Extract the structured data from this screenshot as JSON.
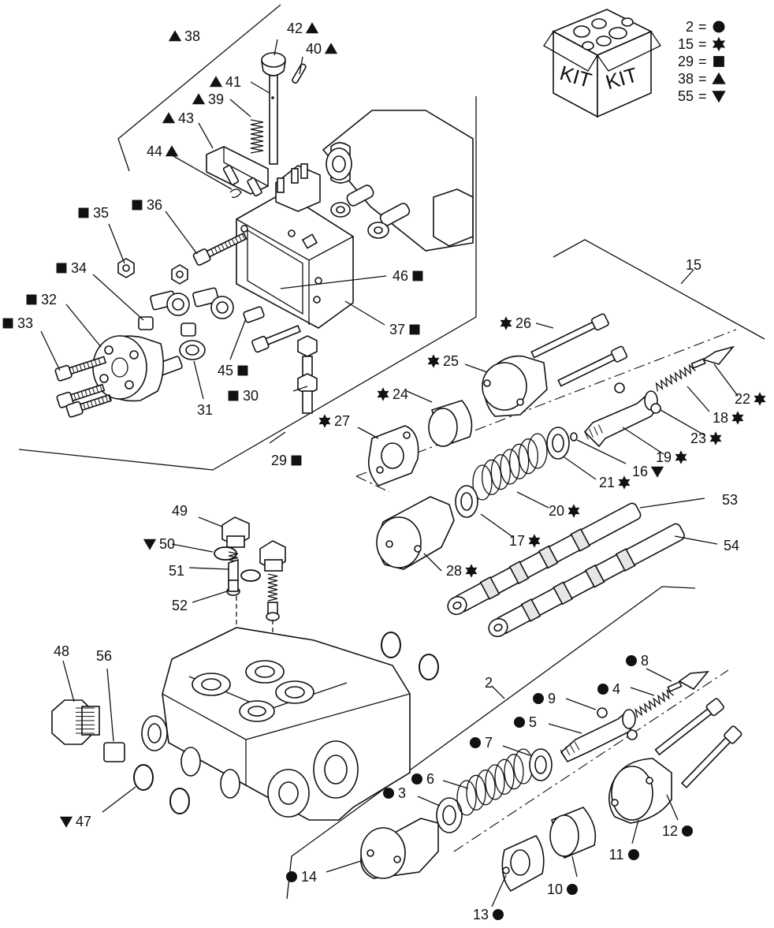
{
  "kit": {
    "box_labels": [
      "KIT",
      "KIT"
    ],
    "legend": [
      {
        "number": "2",
        "symbol": "circle"
      },
      {
        "number": "15",
        "symbol": "star"
      },
      {
        "number": "29",
        "symbol": "square"
      },
      {
        "number": "38",
        "symbol": "triangle-up"
      },
      {
        "number": "55",
        "symbol": "triangle-down"
      }
    ],
    "equals": "="
  },
  "callouts": [
    {
      "number": "2",
      "symbol": ""
    },
    {
      "number": "3",
      "symbol": "circle"
    },
    {
      "number": "4",
      "symbol": "circle"
    },
    {
      "number": "5",
      "symbol": "circle"
    },
    {
      "number": "6",
      "symbol": "circle"
    },
    {
      "number": "7",
      "symbol": "circle"
    },
    {
      "number": "8",
      "symbol": "circle"
    },
    {
      "number": "9",
      "symbol": "circle"
    },
    {
      "number": "10",
      "symbol": "circle"
    },
    {
      "number": "11",
      "symbol": "circle"
    },
    {
      "number": "12",
      "symbol": "circle"
    },
    {
      "number": "13",
      "symbol": "circle"
    },
    {
      "number": "14",
      "symbol": "circle"
    },
    {
      "number": "15",
      "symbol": ""
    },
    {
      "number": "16",
      "symbol": "triangle-down"
    },
    {
      "number": "17",
      "symbol": "star"
    },
    {
      "number": "18",
      "symbol": "star"
    },
    {
      "number": "19",
      "symbol": "star"
    },
    {
      "number": "20",
      "symbol": "star"
    },
    {
      "number": "21",
      "symbol": "star"
    },
    {
      "number": "22",
      "symbol": "star"
    },
    {
      "number": "23",
      "symbol": "star"
    },
    {
      "number": "24",
      "symbol": "star"
    },
    {
      "number": "25",
      "symbol": "star"
    },
    {
      "number": "26",
      "symbol": "star"
    },
    {
      "number": "27",
      "symbol": "star"
    },
    {
      "number": "28",
      "symbol": "star"
    },
    {
      "number": "29",
      "symbol": "square"
    },
    {
      "number": "30",
      "symbol": "square"
    },
    {
      "number": "31",
      "symbol": ""
    },
    {
      "number": "32",
      "symbol": "square"
    },
    {
      "number": "33",
      "symbol": "square"
    },
    {
      "number": "34",
      "symbol": "square"
    },
    {
      "number": "35",
      "symbol": "square"
    },
    {
      "number": "36",
      "symbol": "square"
    },
    {
      "number": "37",
      "symbol": "square"
    },
    {
      "number": "38",
      "symbol": "triangle-up"
    },
    {
      "number": "39",
      "symbol": "triangle-up"
    },
    {
      "number": "40",
      "symbol": "triangle-up"
    },
    {
      "number": "41",
      "symbol": "triangle-up"
    },
    {
      "number": "42",
      "symbol": "triangle-up"
    },
    {
      "number": "43",
      "symbol": "triangle-up"
    },
    {
      "number": "44",
      "symbol": "triangle-up"
    },
    {
      "number": "45",
      "symbol": "square"
    },
    {
      "number": "46",
      "symbol": "square"
    },
    {
      "number": "47",
      "symbol": "triangle-down"
    },
    {
      "number": "48",
      "symbol": ""
    },
    {
      "number": "49",
      "symbol": ""
    },
    {
      "number": "50",
      "symbol": "triangle-down"
    },
    {
      "number": "51",
      "symbol": ""
    },
    {
      "number": "52",
      "symbol": ""
    },
    {
      "number": "53",
      "symbol": ""
    },
    {
      "number": "54",
      "symbol": ""
    },
    {
      "number": "56",
      "symbol": ""
    }
  ]
}
